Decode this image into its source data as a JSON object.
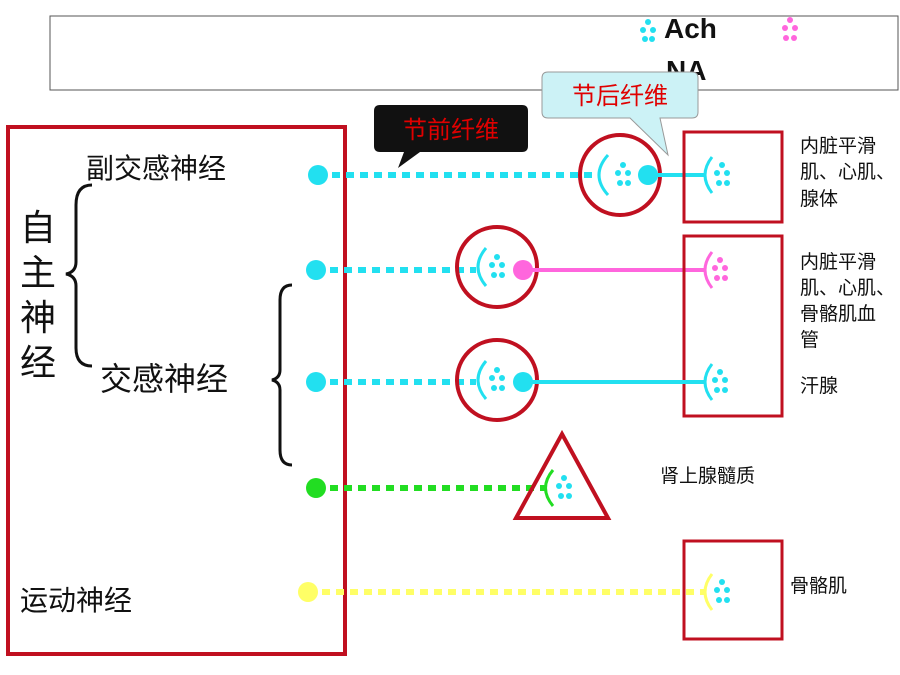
{
  "legend": {
    "ach_label": "Ach",
    "na_label": "NA"
  },
  "callouts": {
    "preganglionic": "节前纤维",
    "postganglionic": "节后纤维"
  },
  "left_panel": {
    "autonomic_label": [
      "自",
      "主",
      "神",
      "经"
    ],
    "parasympathetic": "副交感神经",
    "sympathetic": "交感神经",
    "motor": "运动神经"
  },
  "targets": {
    "para_target": [
      "内脏平滑",
      "肌、心肌、",
      "腺体"
    ],
    "symp_target": [
      "内脏平滑",
      "肌、心肌、",
      "骨骼肌血",
      "管"
    ],
    "sweat_gland": "汗腺",
    "adrenal_medulla": "肾上腺髓质",
    "skeletal_muscle": "骨骼肌"
  },
  "colors": {
    "ach_cyan": "#22e0f0",
    "na_pink": "#ff66dd",
    "adrenal_green": "#22dd22",
    "motor_yellow": "#ffff66",
    "frame_red": "#c01020",
    "callout_dark": "#111111",
    "callout_text_red": "#e00000",
    "callout_light": "#ccf2f6"
  }
}
